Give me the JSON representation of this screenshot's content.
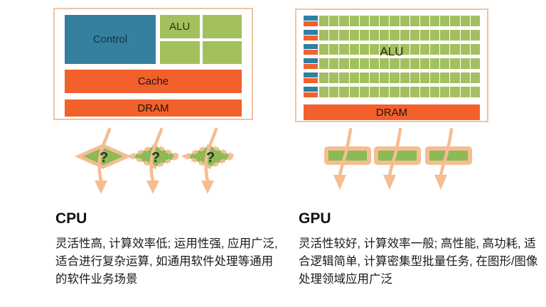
{
  "colors": {
    "teal": "#35809D",
    "teal-small": "#2F7FA0",
    "green": "#A3C05F",
    "green-dark": "#8CBA56",
    "orange": "#F2612C",
    "peach-border": "#ECC5A5",
    "arrow": "#F5BD92",
    "text-dark": "#1A1A1A"
  },
  "cpu": {
    "heading": "CPU",
    "description": "灵活性高, 计算效率低; 运用性强, 应用广泛, 适合进行复杂运算, 如通用软件处理等通用的软件业务场景",
    "blocks": {
      "control": "Control",
      "alu": "ALU",
      "cache": "Cache",
      "dram": "DRAM"
    },
    "flow_symbol": "?"
  },
  "gpu": {
    "heading": "GPU",
    "description": "灵活性较好, 计算效率一般; 高性能, 高功耗, 适合逻辑简单, 计算密集型批量任务, 在图形/图像处理领域应用广泛",
    "blocks": {
      "alu": "ALU",
      "dram": "DRAM"
    },
    "grid": {
      "rows": 6,
      "cols": 16
    }
  }
}
